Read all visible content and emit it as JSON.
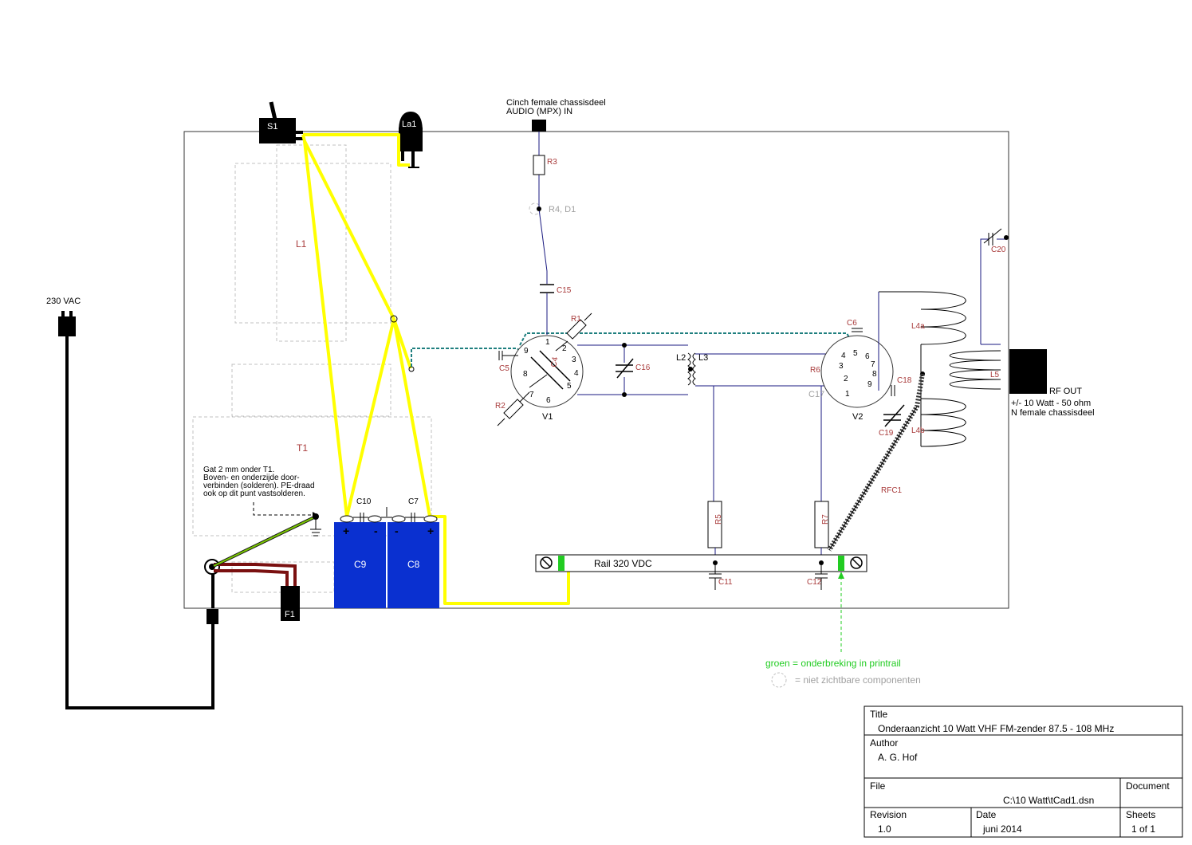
{
  "labels": {
    "mains": "230 VAC",
    "s1": "S1",
    "la1": "La1",
    "l1": "L1",
    "t1": "T1",
    "note_line1": "Gat 2 mm onder T1.",
    "note_line2": "Boven- en onderzijde door-",
    "note_line3": "verbinden (solderen). PE-draad",
    "note_line4": "ook op dit punt vastsolderen.",
    "f1": "F1",
    "c9": "C9",
    "c8": "C8",
    "c10": "C10",
    "c7": "C7",
    "plus": "+",
    "minus": "-",
    "cinch_line1": "Cinch female chassisdeel",
    "cinch_line2": "AUDIO (MPX) IN",
    "r3": "R3",
    "r4d1": "R4, D1",
    "c15": "C15",
    "r1": "R1",
    "c5": "C5",
    "r2": "R2",
    "v1": "V1",
    "c4": "C4",
    "c16": "C16",
    "l2": "L2",
    "l3": "L3",
    "c6": "C6",
    "r6": "R6",
    "c17": "C17",
    "v2": "V2",
    "c18": "C18",
    "c19": "C19",
    "l4a": "L4a",
    "l4b": "L4b",
    "l5": "L5",
    "c20": "C20",
    "rfc1": "RFC1",
    "r5": "R5",
    "r7": "R7",
    "c11": "C11",
    "c12": "C12",
    "rail": "Rail 320 VDC",
    "rf_out_line1": "RF OUT",
    "rf_out_line2": "+/- 10 Watt - 50 ohm",
    "rf_out_line3": "N female chassisdeel",
    "legend_green": "groen = onderbreking in printrail",
    "legend_hidden": "= niet zichtbare componenten"
  },
  "v1_pins": [
    "1",
    "2",
    "3",
    "4",
    "5",
    "6",
    "7",
    "8",
    "9"
  ],
  "v2_pins": [
    "1",
    "2",
    "3",
    "4",
    "5",
    "6",
    "7",
    "8",
    "9"
  ],
  "title_block": {
    "title_label": "Title",
    "title_value": "Onderaanzicht 10 Watt VHF FM-zender 87.5 - 108 MHz",
    "author_label": "Author",
    "author_value": "A. G. Hof",
    "file_label": "File",
    "file_value": "C:\\10 Watt\\tCad1.dsn",
    "document_label": "Document",
    "revision_label": "Revision",
    "revision_value": "1.0",
    "date_label": "Date",
    "date_value": "juni 2014",
    "sheets_label": "Sheets",
    "sheets_value": "1 of 1"
  },
  "colors": {
    "wire_yellow": "#ffff00",
    "wire_blue": "#1a1a80",
    "wire_teal_dashed": "#1f7f7f",
    "wire_brown": "#7a1010",
    "wire_green_yellow": "#7ac800",
    "capacitor_blue": "#0a30d0",
    "legend_green": "#22cc22",
    "hidden_gray": "#c0c0c0"
  }
}
